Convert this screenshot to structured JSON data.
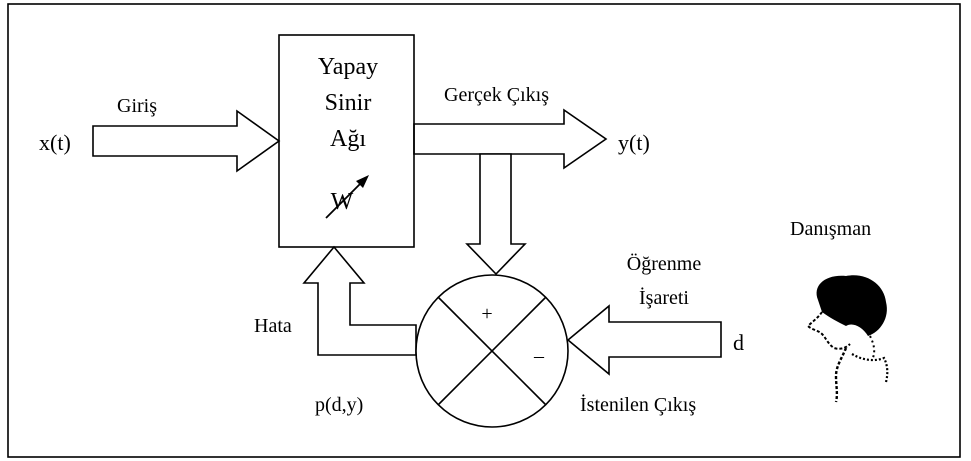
{
  "box": {
    "line1": "Yapay",
    "line2": "Sinir",
    "line3": "Ağı",
    "weight": "W"
  },
  "labels": {
    "input_signal": "x(t)",
    "input_name": "Giriş",
    "output_name": "Gerçek Çıkış",
    "output_signal": "y(t)",
    "error_name": "Hata",
    "error_func": "p(d,y)",
    "plus": "+",
    "minus": "–",
    "learning_line1": "Öğrenme",
    "learning_line2": "İşareti",
    "desired_signal": "d",
    "desired_name": "İstenilen Çıkış",
    "supervisor": "Danışman"
  }
}
